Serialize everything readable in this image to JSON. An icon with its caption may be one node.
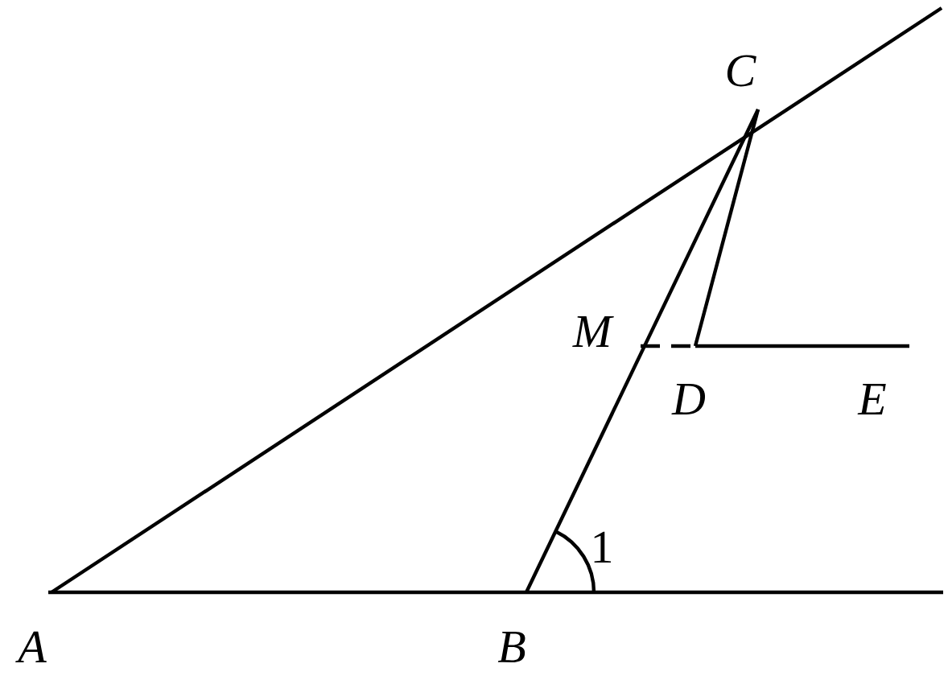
{
  "diagram": {
    "labels": [
      "C",
      "M",
      "D",
      "E",
      "A",
      "B",
      "1"
    ]
  }
}
